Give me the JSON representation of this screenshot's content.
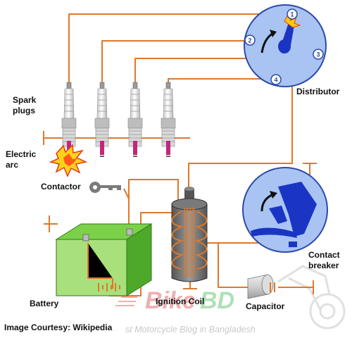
{
  "labels": {
    "spark_plugs": "Spark\nplugs",
    "electric_arc": "Electric\narc",
    "contactor": "Contactor",
    "distributor": "Distributor",
    "battery": "Battery",
    "ignition_coil": "Ignition Coil",
    "capacitor": "Capacitor",
    "contact_breaker": "Contact\nbreaker",
    "courtesy": "Image Courtesy: Wikipedia"
  },
  "distributor_terminals": [
    "1",
    "2",
    "3",
    "4"
  ],
  "watermark": {
    "brand_part1": "Bike",
    "brand_part2": "BD",
    "tagline": "st Motorcycle Blog in Bangladesh"
  },
  "colors": {
    "wire": "#e0782a",
    "disc_fill": "#a9c4f2",
    "disc_stroke": "#2c4aa8",
    "rotor": "#1a35c4",
    "battery_green": "#7bd24a",
    "battery_dark": "#4ea82a",
    "coil_gray": "#6a6a6a",
    "brand_red": "#d83a3a",
    "brand_green": "#3bb24a"
  }
}
